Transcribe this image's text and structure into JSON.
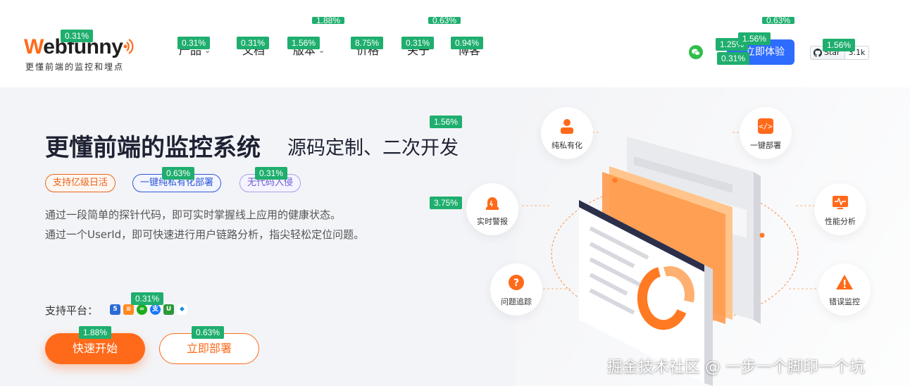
{
  "brand": {
    "logo_w": "W",
    "logo_rest": "ebfunny",
    "tagline": "更懂前端的监控和埋点"
  },
  "nav": {
    "items": [
      {
        "label": "产品",
        "has_dropdown": true
      },
      {
        "label": "文档",
        "has_dropdown": false
      },
      {
        "label": "版本",
        "has_dropdown": true
      },
      {
        "label": "价格",
        "has_dropdown": false
      },
      {
        "label": "关于",
        "has_dropdown": false
      },
      {
        "label": "博客",
        "has_dropdown": false
      }
    ],
    "chevron": "⌄"
  },
  "header_right": {
    "cta_label": "立即体验",
    "github_star_label": "Star",
    "github_count": "3.1k"
  },
  "hero": {
    "title": "更懂前端的监控系统",
    "subtitle": "源码定制、二次开发",
    "tags": [
      "支持亿级日活",
      "一键纯私有化部署",
      "无代码入侵"
    ],
    "desc_line1": "通过一段简单的探针代码，即可实时掌握线上应用的健康状态。",
    "desc_line2": "通过一个UserId，即可快速进行用户链路分析，指尖轻松定位问题。",
    "platform_label": "支持平台：",
    "platform_icons": [
      "html5-icon",
      "layers-icon",
      "wechat-miniapp-icon",
      "alipay-icon",
      "uniapp-icon",
      "taro-icon"
    ],
    "primary_button": "快速开始",
    "secondary_button": "立即部署"
  },
  "features": [
    {
      "label": "纯私有化",
      "icon": "user-icon"
    },
    {
      "label": "一键部署",
      "icon": "code-icon"
    },
    {
      "label": "实时警报",
      "icon": "alarm-icon"
    },
    {
      "label": "性能分析",
      "icon": "pulse-icon"
    },
    {
      "label": "问题追踪",
      "icon": "question-icon"
    },
    {
      "label": "错误监控",
      "icon": "warning-icon"
    }
  ],
  "watermark": "掘金技术社区 @ 一步一个脚印一个坑",
  "badges": [
    {
      "text": "0.31%"
    },
    {
      "text": "0.31%"
    },
    {
      "text": "0.31%"
    },
    {
      "text": "1.56%"
    },
    {
      "text": "1.88%"
    },
    {
      "text": "8.75%"
    },
    {
      "text": "0.31%"
    },
    {
      "text": "0.63%"
    },
    {
      "text": "0.94%"
    },
    {
      "text": "0.63%"
    },
    {
      "text": "1.25%"
    },
    {
      "text": "1.56%"
    },
    {
      "text": "0.31%"
    },
    {
      "text": "1.56%"
    },
    {
      "text": "1.56%"
    },
    {
      "text": "0.63%"
    },
    {
      "text": "0.31%"
    },
    {
      "text": "3.75%"
    },
    {
      "text": "0.31%"
    },
    {
      "text": "1.88%"
    },
    {
      "text": "0.63%"
    }
  ],
  "colors": {
    "accent": "#ff6a1a",
    "primary_blue": "#2e6bff",
    "badge_green": "#1fae6e"
  }
}
